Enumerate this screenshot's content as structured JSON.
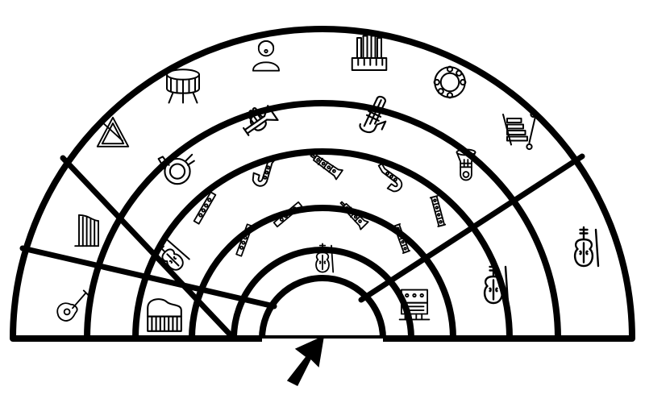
{
  "diagram": {
    "type": "orchestra-seating-chart",
    "colors": {
      "stroke": "#000000",
      "background": "#ffffff"
    },
    "conductor_marker": {
      "icon": "arrow-up-icon"
    },
    "sections": [
      {
        "name": "center",
        "instruments": [
          {
            "icon": "violin-icon"
          }
        ]
      },
      {
        "name": "woodwind-front",
        "instruments": [
          {
            "icon": "piccolo-icon"
          },
          {
            "icon": "flute-icon"
          },
          {
            "icon": "oboe-icon"
          },
          {
            "icon": "bassoon-icon"
          }
        ]
      },
      {
        "name": "woodwind-back",
        "instruments": [
          {
            "icon": "trumpet-small-icon"
          },
          {
            "icon": "saxophone-icon"
          },
          {
            "icon": "clarinet-icon"
          },
          {
            "icon": "saxophone-alt-icon"
          },
          {
            "icon": "clarinet-alt-icon"
          }
        ]
      },
      {
        "name": "brass",
        "instruments": [
          {
            "icon": "french-horn-icon"
          },
          {
            "icon": "trumpet-icon"
          },
          {
            "icon": "trombone-icon"
          },
          {
            "icon": "tuba-icon"
          }
        ]
      },
      {
        "name": "percussion-top",
        "instruments": [
          {
            "icon": "triangle-icon"
          },
          {
            "icon": "snare-drum-icon"
          },
          {
            "icon": "singer-icon"
          },
          {
            "icon": "organ-icon"
          },
          {
            "icon": "tambourine-icon"
          },
          {
            "icon": "xylophone-icon"
          }
        ]
      },
      {
        "name": "left-strings",
        "instruments": [
          {
            "icon": "harp-icon"
          },
          {
            "icon": "violin-bow-icon"
          }
        ]
      },
      {
        "name": "left-front",
        "instruments": [
          {
            "icon": "guitar-icon"
          },
          {
            "icon": "piano-icon"
          }
        ]
      },
      {
        "name": "right-middle",
        "instruments": [
          {
            "icon": "accordion-icon"
          },
          {
            "icon": "cello-icon"
          }
        ]
      },
      {
        "name": "right-outer",
        "instruments": [
          {
            "icon": "double-bass-icon"
          }
        ]
      }
    ]
  }
}
